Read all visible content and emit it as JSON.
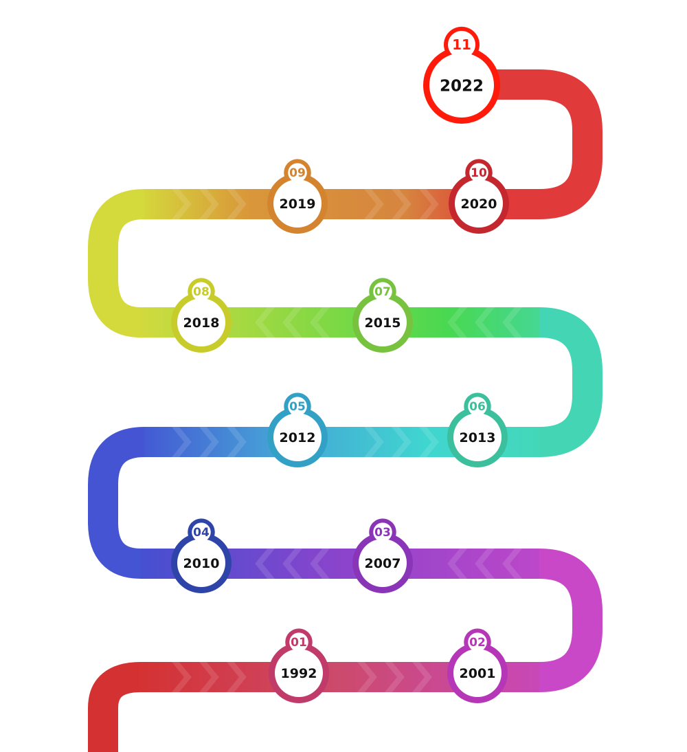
{
  "timeline": {
    "milestones": [
      {
        "num": "01",
        "year": "1992",
        "color": "#c03a6a"
      },
      {
        "num": "02",
        "year": "2001",
        "color": "#b536b7"
      },
      {
        "num": "03",
        "year": "2007",
        "color": "#8a35b8"
      },
      {
        "num": "04",
        "year": "2010",
        "color": "#2f44a8"
      },
      {
        "num": "05",
        "year": "2012",
        "color": "#33a0c6"
      },
      {
        "num": "06",
        "year": "2013",
        "color": "#3cbf9c"
      },
      {
        "num": "07",
        "year": "2015",
        "color": "#77c33f"
      },
      {
        "num": "08",
        "year": "2018",
        "color": "#c8cc2a"
      },
      {
        "num": "09",
        "year": "2019",
        "color": "#d4842f"
      },
      {
        "num": "10",
        "year": "2020",
        "color": "#c5272f"
      },
      {
        "num": "11",
        "year": "2022",
        "color": "#ff1a0a"
      }
    ]
  }
}
